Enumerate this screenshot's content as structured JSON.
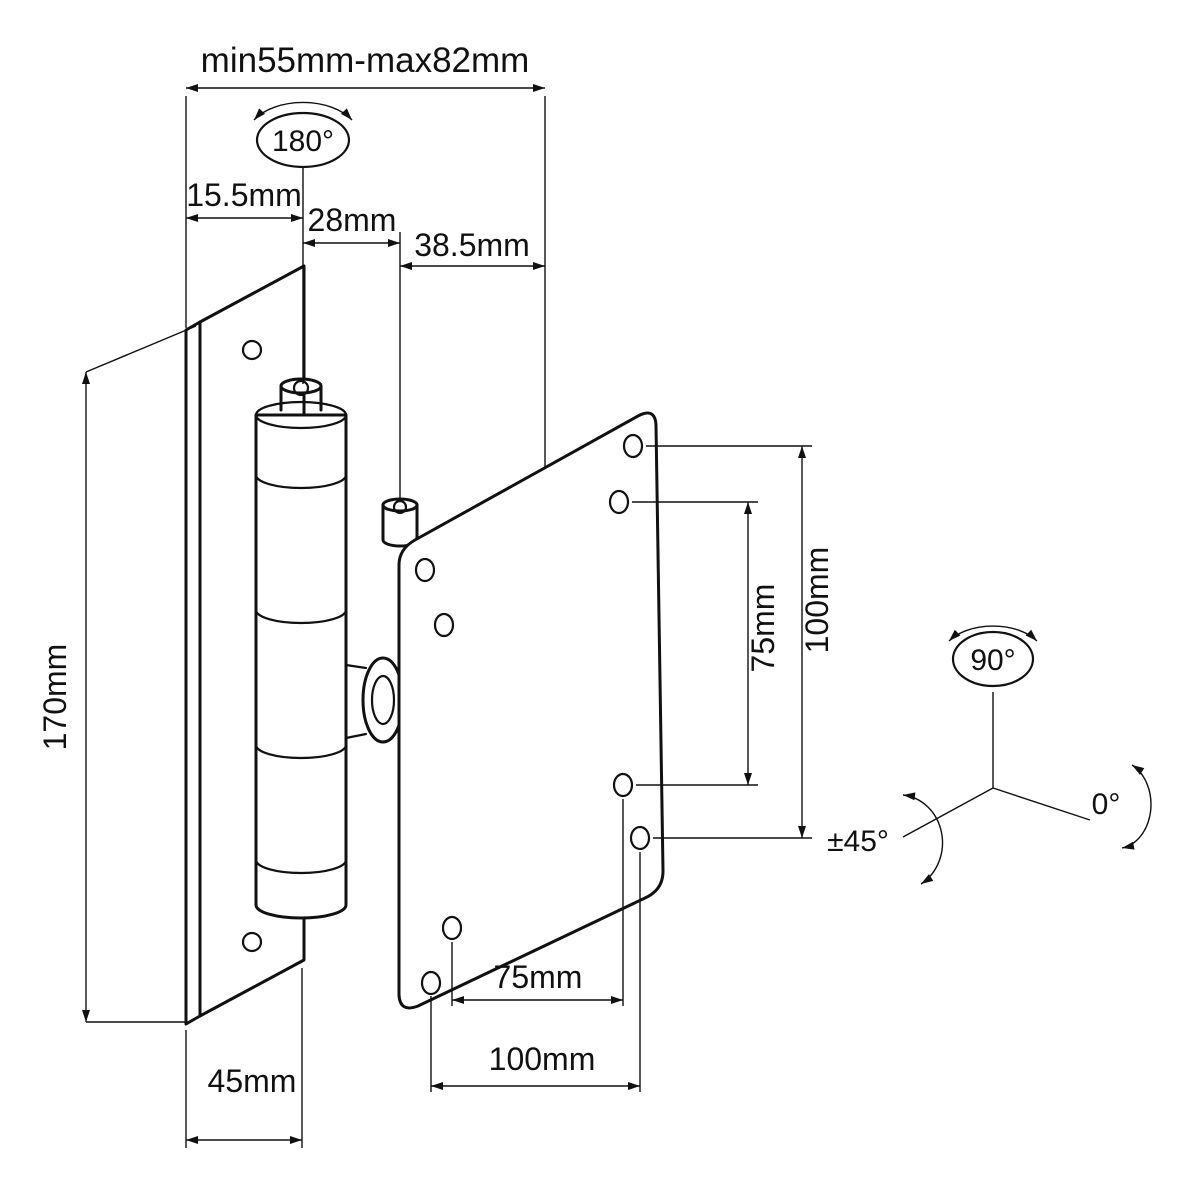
{
  "diagram": {
    "type": "technical-dimension-drawing",
    "subject": "tilt-swivel monitor wall mount bracket",
    "colors": {
      "line": "#111111",
      "background": "#ffffff"
    },
    "labels": {
      "span_total": "min55mm-max82mm",
      "angle_swivel": "180°",
      "seg_155": "15.5mm",
      "seg_28": "28mm",
      "seg_385": "38.5mm",
      "height_170": "170mm",
      "vesa_v100": "100mm",
      "vesa_v75": "75mm",
      "angle_rotate": "90°",
      "angle_tilt": "±45°",
      "angle_zero": "0°",
      "width_45": "45mm",
      "vesa_h75": "75mm",
      "vesa_h100": "100mm"
    }
  }
}
